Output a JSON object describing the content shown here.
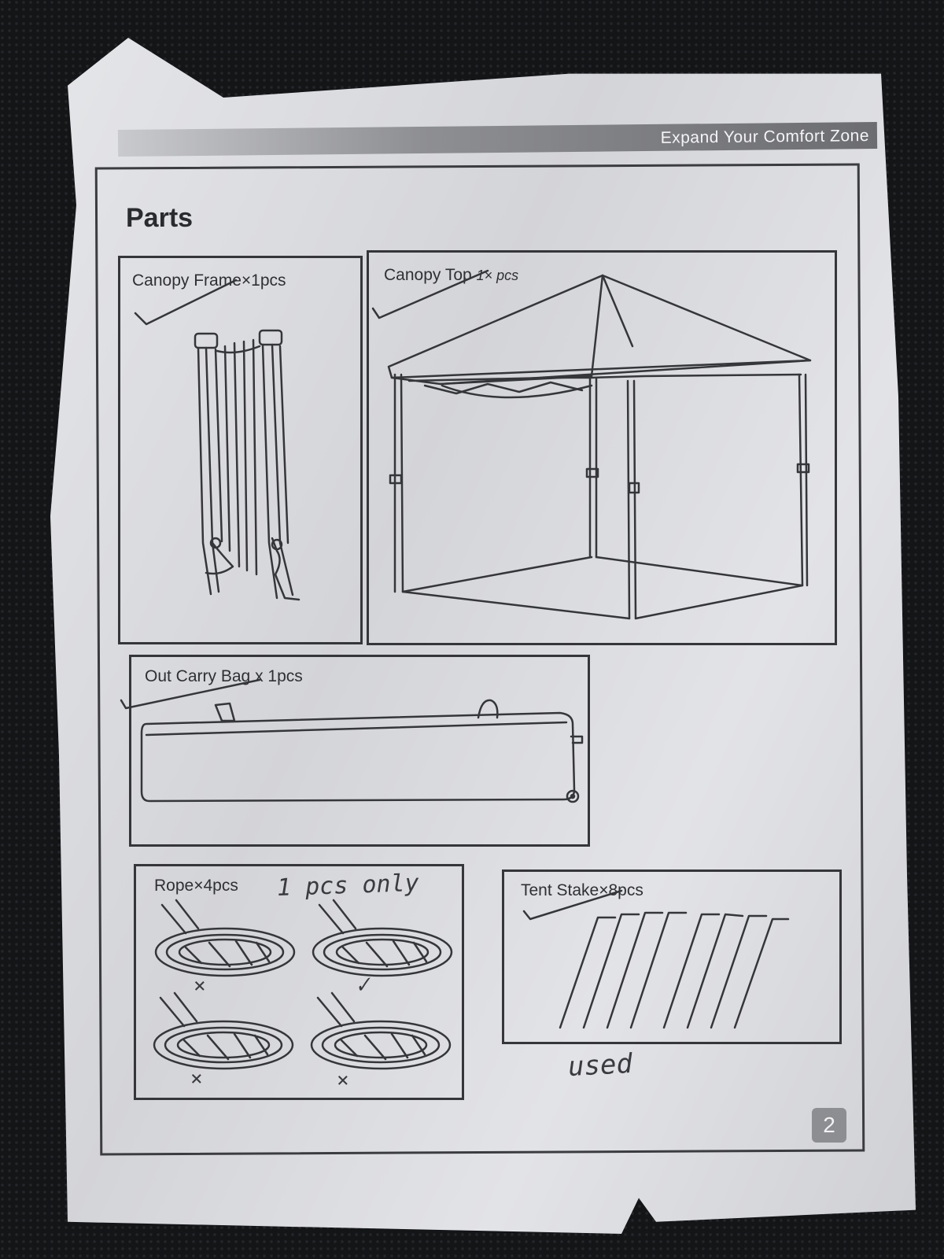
{
  "header": {
    "banner_text": "Expand Your Comfort Zone"
  },
  "page": {
    "title": "Parts",
    "page_number": "2"
  },
  "parts": [
    {
      "name": "Canopy Frame",
      "qty": "×1pcs",
      "icon": "canopy-frame-drawing"
    },
    {
      "name": "Canopy Top",
      "qty": "1× pcs",
      "icon": "canopy-top-drawing"
    },
    {
      "name": "Out Carry Bag",
      "qty": "x 1pcs",
      "icon": "carry-bag-drawing"
    },
    {
      "name": "Rope",
      "qty": "×4pcs",
      "icon": "rope-coil-drawing"
    },
    {
      "name": "Tent Stake",
      "qty": "×8pcs",
      "icon": "tent-stake-drawing"
    }
  ],
  "handwritten": {
    "rope_note": "1 pcs only",
    "stake_note": "used",
    "rope_marks": [
      "×",
      "✓",
      "×",
      "×"
    ]
  },
  "colors": {
    "paper": "#dcdde1",
    "ink": "#35363a",
    "banner": "#6c6d71",
    "background": "#141517"
  }
}
